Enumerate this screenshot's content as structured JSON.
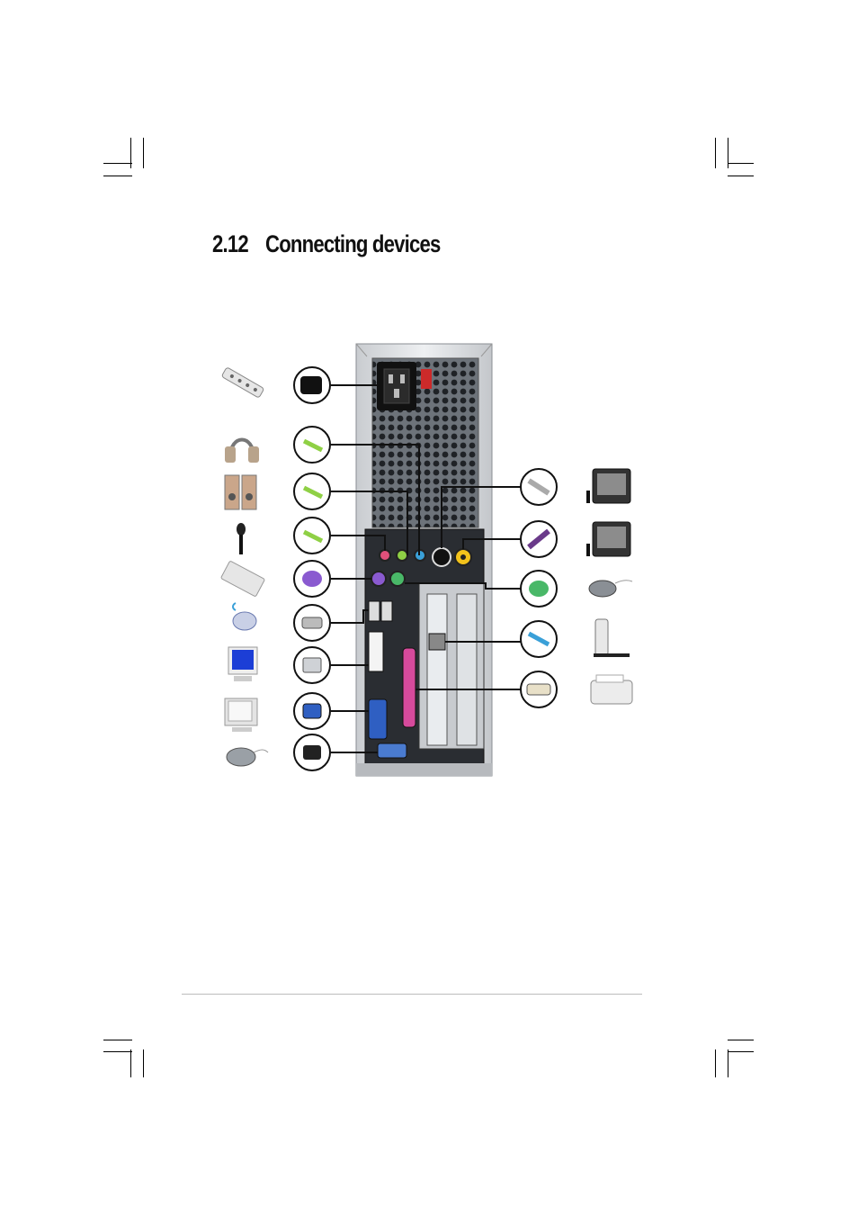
{
  "section": {
    "number": "2.12",
    "title": "Connecting devices"
  },
  "figure": {
    "left_devices": [
      "power-strip",
      "headphones",
      "speakers",
      "microphone",
      "ps2-keyboard",
      "usb-mouse",
      "lcd-monitor",
      "crt-monitor",
      "serial-mouse"
    ],
    "left_connectors": [
      "power-plug",
      "line-out-jack",
      "line-in-jack",
      "mic-jack",
      "ps2-keyboard-plug",
      "usb-plug",
      "dvi-plug",
      "vga-plug",
      "serial-plug"
    ],
    "right_connectors": [
      "s-video-plug",
      "rca-video-plug",
      "ps2-mouse-plug",
      "rj45-plug",
      "parallel-plug"
    ],
    "right_devices": [
      "tv-svideo",
      "tv-composite",
      "ps2-mouse",
      "network-modem",
      "printer"
    ],
    "colors": {
      "port_pink": "#e0507a",
      "port_lime": "#8fd045",
      "port_blue": "#3aa0d8",
      "port_purple": "#8a5ad0",
      "port_green": "#49b868",
      "port_yellow": "#f2c21b",
      "port_parallel": "#d64a9c",
      "port_vga": "#2f5fc2",
      "chassis": "#dcdfe3",
      "panel": "#2a2d32"
    }
  }
}
